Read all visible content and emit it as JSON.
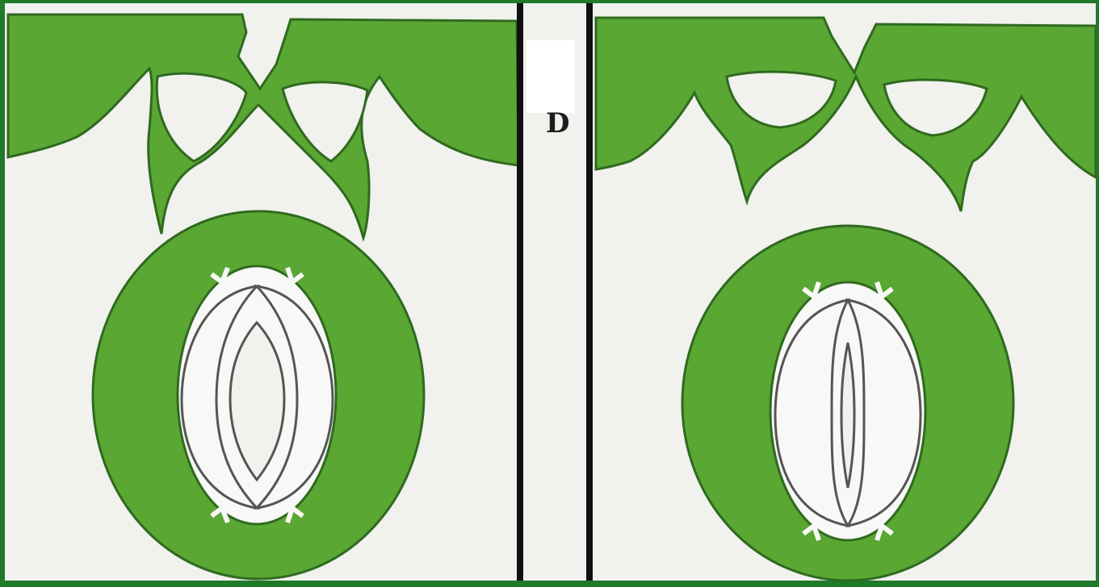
{
  "figure": {
    "panel_labels": [
      "D"
    ],
    "colors": {
      "frame_green": "#1f7a2a",
      "tissue_green": "#5aa734",
      "cell_outline": "#2f6a1f",
      "background": "#f1f1ee",
      "divider": "#111111",
      "guard_cell_fill": "#f8f8f6"
    },
    "panels": [
      {
        "name": "stoma-open",
        "state": "open"
      },
      {
        "name": "stoma-closed",
        "state": "closed"
      }
    ]
  }
}
